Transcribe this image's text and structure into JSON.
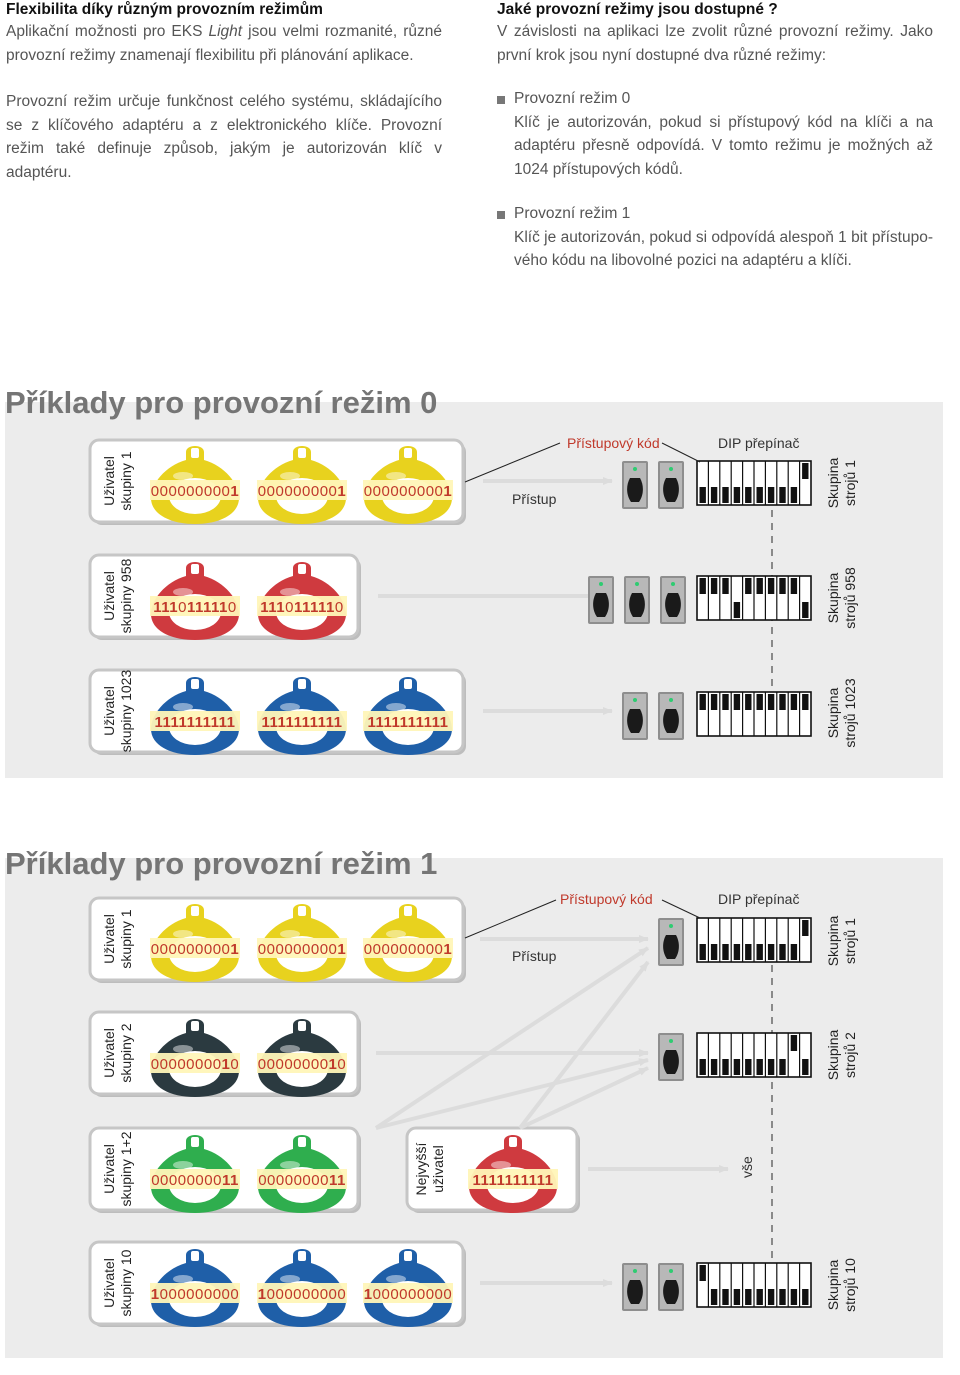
{
  "left_column": {
    "heading": "Flexibilita díky různým provozním režimům",
    "p1_before": "Aplikační možnosti pro EKS ",
    "p1_italic": "Light",
    "p1_after": " jsou velmi rozmanité, různé provozní režimy znamenají flexibilitu při plánování aplikace.",
    "p2": "Provozní režim určuje funkčnost celého systému, skládajícího se z klíčového adaptéru a z elektronického klíče. Provozní režim také definuje způsob, jakým je autorizován klíč v adaptéru."
  },
  "right_column": {
    "heading": "Jaké provozní režimy jsou dostupné ?",
    "intro": "V závislosti na aplikaci lze zvolit různé provozní režimy. Jako první krok jsou nyní dostupné dva různé režimy:",
    "bullets": [
      {
        "title": "Provozní režim 0",
        "text": "Klíč je autorizován, pokud si přístupový kód na klíči a na adaptéru přesně odpovídá. V tomto režimu je možných až 1024 přístupových kódů."
      },
      {
        "title": "Provozní režim 1",
        "text": "Klíč je autorizován, pokud si odpovídá alespoň 1 bit přístupo-vého kódu na libovolné pozici na adaptéru a klíči."
      }
    ]
  },
  "mode0": {
    "title": "Příklady pro provozní režim 0",
    "label_access_code": "Přístupový kód",
    "label_dip": "DIP přepínač",
    "label_access": "Přístup",
    "rows": [
      {
        "user_line1": "Uživatel",
        "user_line2": "skupiny 1",
        "key_color": "#e8d21e",
        "codes": [
          "0000000001",
          "0000000001",
          "0000000001"
        ],
        "group_line1": "Skupina",
        "group_line2": "strojů 1"
      },
      {
        "user_line1": "Uživatel",
        "user_line2": "skupiny 958",
        "key_color": "#cf3a3f",
        "codes": [
          "1110111110",
          "1110111110"
        ],
        "group_line1": "Skupina",
        "group_line2": "strojů 958"
      },
      {
        "user_line1": "Uživatel",
        "user_line2": "skupiny 1023",
        "key_color": "#1f5fa8",
        "codes": [
          "1111111111",
          "1111111111",
          "1111111111"
        ],
        "group_line1": "Skupina",
        "group_line2": "strojů 1023"
      }
    ]
  },
  "mode1": {
    "title": "Příklady pro provozní režim 1",
    "label_access_code": "Přístupový kód",
    "label_dip": "DIP přepínač",
    "label_access": "Přístup",
    "label_all": "vše",
    "rows": [
      {
        "user_line1": "Uživatel",
        "user_line2": "skupiny 1",
        "key_color": "#e8d21e",
        "codes": [
          "0000000001",
          "0000000001",
          "0000000001"
        ],
        "group_line1": "Skupina",
        "group_line2": "strojů 1"
      },
      {
        "user_line1": "Uživatel",
        "user_line2": "skupiny 2",
        "key_color": "#2b3a40",
        "codes": [
          "0000000010",
          "0000000010"
        ],
        "group_line1": "Skupina",
        "group_line2": "strojů 2"
      },
      {
        "user_line1": "Uživatel",
        "user_line2": "skupiny 1+2",
        "key_color": "#2fae4e",
        "codes": [
          "0000000011",
          "0000000011"
        ]
      },
      {
        "user_line1": "Uživatel",
        "user_line2": "skupiny 10",
        "key_color": "#1f5fa8",
        "codes": [
          "1000000000",
          "1000000000",
          "1000000000"
        ],
        "group_line1": "Skupina",
        "group_line2": "strojů 10"
      }
    ],
    "top_user": {
      "line1": "Nejvyšší",
      "line2": "uživatel",
      "key_color": "#cf3a3f",
      "code": "1111111111"
    }
  }
}
